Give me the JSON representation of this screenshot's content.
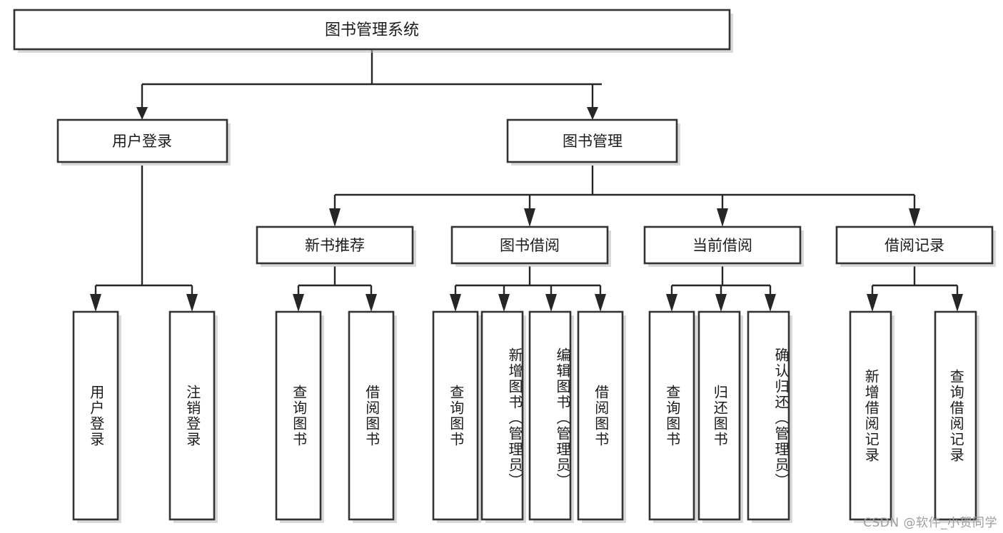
{
  "diagram": {
    "title": "图书管理系统",
    "type": "tree",
    "orientation": "top-down",
    "colors": {
      "box_stroke": "#333333",
      "box_fill": "#ffffff",
      "connector": "#262626",
      "text": "#1b1b1b",
      "watermark": "#9d9d9d",
      "background": "#ffffff"
    },
    "root": {
      "label": "图书管理系统"
    },
    "level2": [
      {
        "label": "用户登录"
      },
      {
        "label": "图书管理"
      }
    ],
    "level3": [
      {
        "label": "新书推荐"
      },
      {
        "label": "图书借阅"
      },
      {
        "label": "当前借阅"
      },
      {
        "label": "借阅记录"
      }
    ],
    "leaves": {
      "用户登录": [
        "用户登录",
        "注销登录"
      ],
      "新书推荐": [
        "查询图书",
        "借阅图书"
      ],
      "图书借阅": [
        "查询图书",
        "新增图书（管理员）",
        "编辑图书（管理员）",
        "借阅图书"
      ],
      "当前借阅": [
        "查询图书",
        "归还图书",
        "确认归还（管理员）"
      ],
      "借阅记录": [
        "新增借阅记录",
        "查询借阅记录"
      ]
    },
    "leaf_list": [
      {
        "id": "leaf-user-login",
        "label": "用户登录",
        "parent": "用户登录"
      },
      {
        "id": "leaf-user-logout",
        "label": "注销登录",
        "parent": "用户登录"
      },
      {
        "id": "leaf-rec-query",
        "label": "查询图书",
        "parent": "新书推荐"
      },
      {
        "id": "leaf-rec-borrow",
        "label": "借阅图书",
        "parent": "新书推荐"
      },
      {
        "id": "leaf-lend-query",
        "label": "查询图书",
        "parent": "图书借阅"
      },
      {
        "id": "leaf-lend-add",
        "label": "新增图书（管理员）",
        "parent": "图书借阅"
      },
      {
        "id": "leaf-lend-edit",
        "label": "编辑图书（管理员）",
        "parent": "图书借阅"
      },
      {
        "id": "leaf-lend-borrow",
        "label": "借阅图书",
        "parent": "图书借阅"
      },
      {
        "id": "leaf-cur-query",
        "label": "查询图书",
        "parent": "当前借阅"
      },
      {
        "id": "leaf-cur-return",
        "label": "归还图书",
        "parent": "当前借阅"
      },
      {
        "id": "leaf-cur-confirm",
        "label": "确认归还（管理员）",
        "parent": "当前借阅"
      },
      {
        "id": "leaf-log-add",
        "label": "新增借阅记录",
        "parent": "借阅记录"
      },
      {
        "id": "leaf-log-query",
        "label": "查询借阅记录",
        "parent": "借阅记录"
      }
    ]
  },
  "watermark": {
    "text": "CSDN @软件_小贺同学"
  }
}
